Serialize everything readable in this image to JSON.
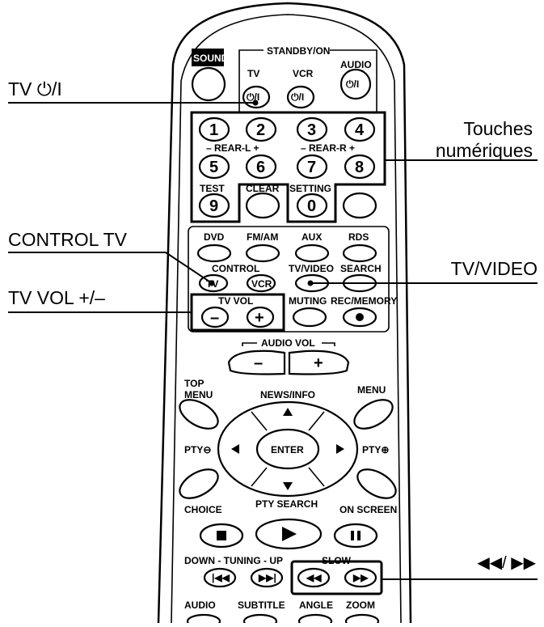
{
  "callouts": {
    "tv_power": "TV ⏻/I",
    "touches_line1": "Touches",
    "touches_line2": "numériques",
    "control_tv": "CONTROL TV",
    "tv_video": "TV/VIDEO",
    "tv_vol": "TV VOL +/–",
    "skip": "◀◀/ ▶▶"
  },
  "remote": {
    "sound": "SOUND",
    "standby_on": "STANDBY/ON",
    "tv": "TV",
    "vcr": "VCR",
    "audio": "AUDIO",
    "power_glyph": "⏻/I",
    "num1": "1",
    "num2": "2",
    "num3": "3",
    "num4": "4",
    "num5": "5",
    "num6": "6",
    "num7": "7",
    "num8": "8",
    "num9": "9",
    "num0": "0",
    "rear_l": "– REAR-L +",
    "rear_r": "– REAR-R +",
    "test": "TEST",
    "clear": "CLEAR",
    "setting": "SETTING",
    "dvd": "DVD",
    "fm_am": "FM/AM",
    "aux": "AUX",
    "rds": "RDS",
    "control": "CONTROL",
    "tv_btn": "TV",
    "vcr_btn": "VCR",
    "tv_video": "TV/VIDEO",
    "search": "SEARCH",
    "tv_vol": "TV VOL",
    "muting": "MUTING",
    "rec_memory": "REC/MEMORY",
    "minus": "–",
    "plus": "+",
    "audio_vol": "AUDIO VOL",
    "top": "TOP",
    "menu_top": "MENU",
    "news_info": "NEWS/INFO",
    "menu": "MENU",
    "enter": "ENTER",
    "pty_left": "PTY⊖",
    "pty_right": "PTY⊕",
    "choice": "CHOICE",
    "pty_search": "PTY SEARCH",
    "on_screen": "ON SCREEN",
    "tuning": "DOWN - TUNING - UP",
    "slow": "SLOW",
    "audio_bottom": "AUDIO",
    "subtitle": "SUBTITLE",
    "angle": "ANGLE",
    "zoom": "ZOOM"
  }
}
